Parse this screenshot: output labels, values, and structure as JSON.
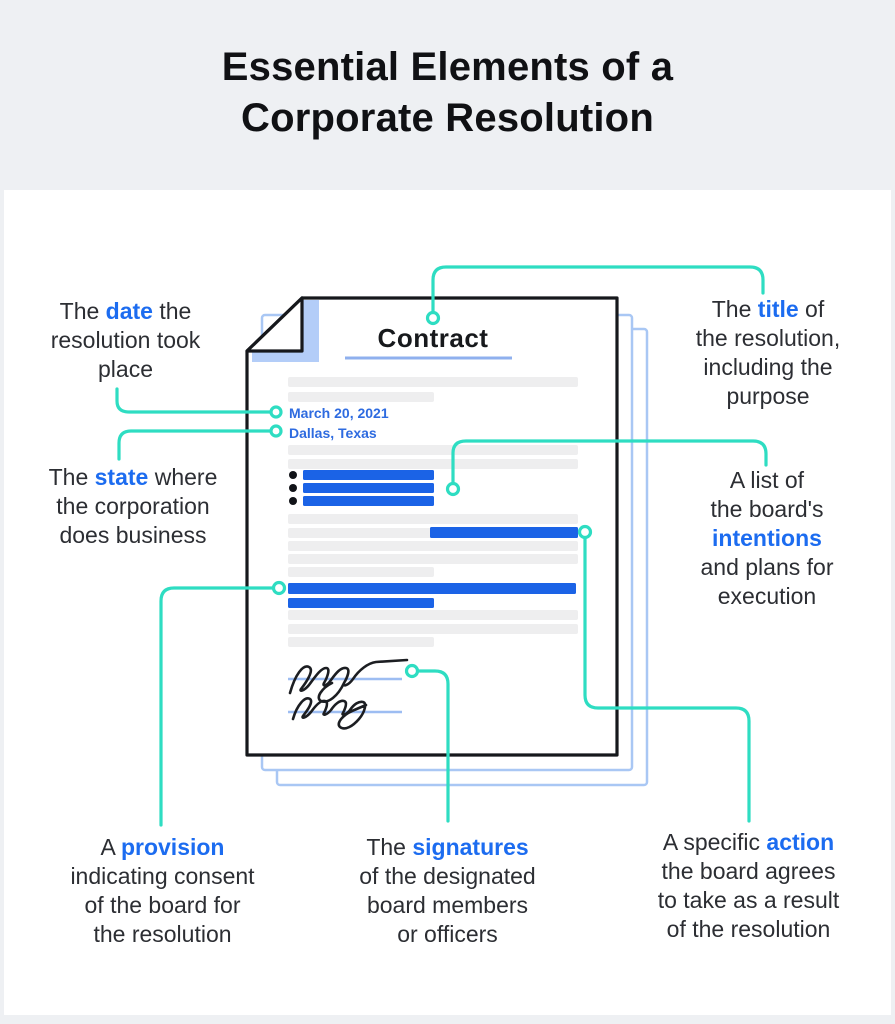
{
  "page_title": "Essential Elements of a\nCorporate Resolution",
  "document": {
    "heading": "Contract",
    "date_line": "March 20, 2021",
    "location_line": "Dallas, Texas"
  },
  "callouts": {
    "date": {
      "pre": "The ",
      "highlight": "date",
      "post": " the\nresolution took\nplace"
    },
    "state": {
      "pre": "The ",
      "highlight": "state",
      "post": " where\nthe corporation\ndoes business"
    },
    "title": {
      "pre": "The ",
      "highlight": "title",
      "post": " of\nthe resolution,\nincluding the\npurpose"
    },
    "intentions": {
      "pre": "A list of\nthe board's\n",
      "highlight": "intentions",
      "post": "\nand plans for\nexecution"
    },
    "provision": {
      "pre": "A ",
      "highlight": "provision",
      "post": "\nindicating consent\nof the board for\nthe resolution"
    },
    "signatures": {
      "pre": "The ",
      "highlight": "signatures",
      "post": "\nof the designated\nboard members\nor officers"
    },
    "action": {
      "pre": "A specific ",
      "highlight": "action",
      "post": "\nthe board agrees\nto take as a result\nof the resolution"
    }
  },
  "colors": {
    "accent_teal": "#2eddc2",
    "link_blue": "#1c6cf0",
    "document_blue": "#1b63e6",
    "light_blue": "#a9c7f4",
    "text_dark": "#2c2e33",
    "background_gray": "#eef0f3",
    "placeholder_gray": "#eeeeef",
    "ink_black": "#16181c"
  }
}
